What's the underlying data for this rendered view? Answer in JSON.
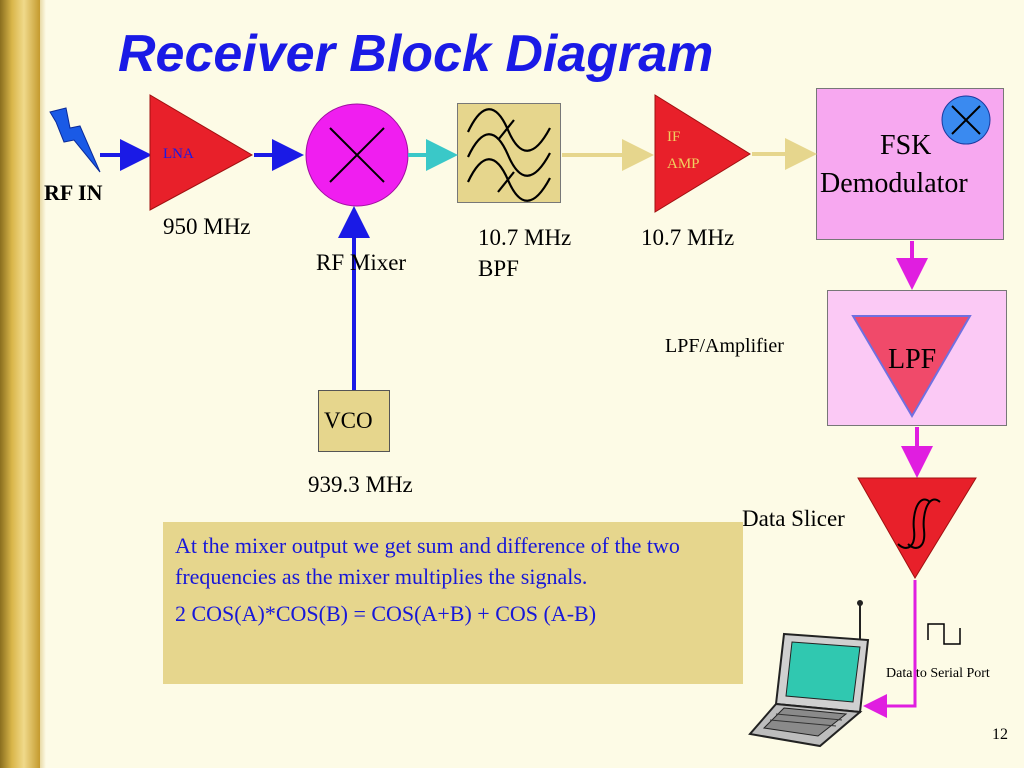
{
  "slide": {
    "title": "Receiver Block Diagram",
    "page_number": "12"
  },
  "blocks": {
    "rf_in_label": "RF IN",
    "lna": {
      "label": "LNA",
      "freq": "950 MHz"
    },
    "mixer": {
      "label": "RF Mixer"
    },
    "vco": {
      "label": "VCO",
      "freq": "939.3 MHz"
    },
    "bpf": {
      "freq": "10.7 MHz",
      "label": "BPF"
    },
    "if_amp": {
      "label_line1": "IF",
      "label_line2": "AMP",
      "freq": "10.7 MHz"
    },
    "fsk": {
      "line1": "FSK",
      "line2": "Demodulator"
    },
    "lpf": {
      "label": "LPF",
      "caption": "LPF/Amplifier"
    },
    "slicer": {
      "caption": "Data Slicer"
    },
    "serial": {
      "caption": "Data to Serial Port"
    }
  },
  "note": {
    "paragraph1": "At the mixer output  we get sum and difference of the two frequencies as the mixer multiplies the signals.",
    "paragraph2": "2 COS(A)*COS(B) = COS(A+B) + COS (A-B)"
  },
  "colors": {
    "title": "#1a1ae6",
    "amp_fill": "#e8202a",
    "mixer_fill": "#f01ef0",
    "bpf_fill": "#e6d68d",
    "fsk_fill": "#f7a8f0",
    "lpf_box_fill": "#fbc9f5",
    "lpf_triangle": "#f04a6a",
    "arrow_blue": "#1a1ae6",
    "arrow_tan": "#e6d68d",
    "arrow_cyan": "#3ac8c8",
    "arrow_magenta": "#e01ee0"
  }
}
